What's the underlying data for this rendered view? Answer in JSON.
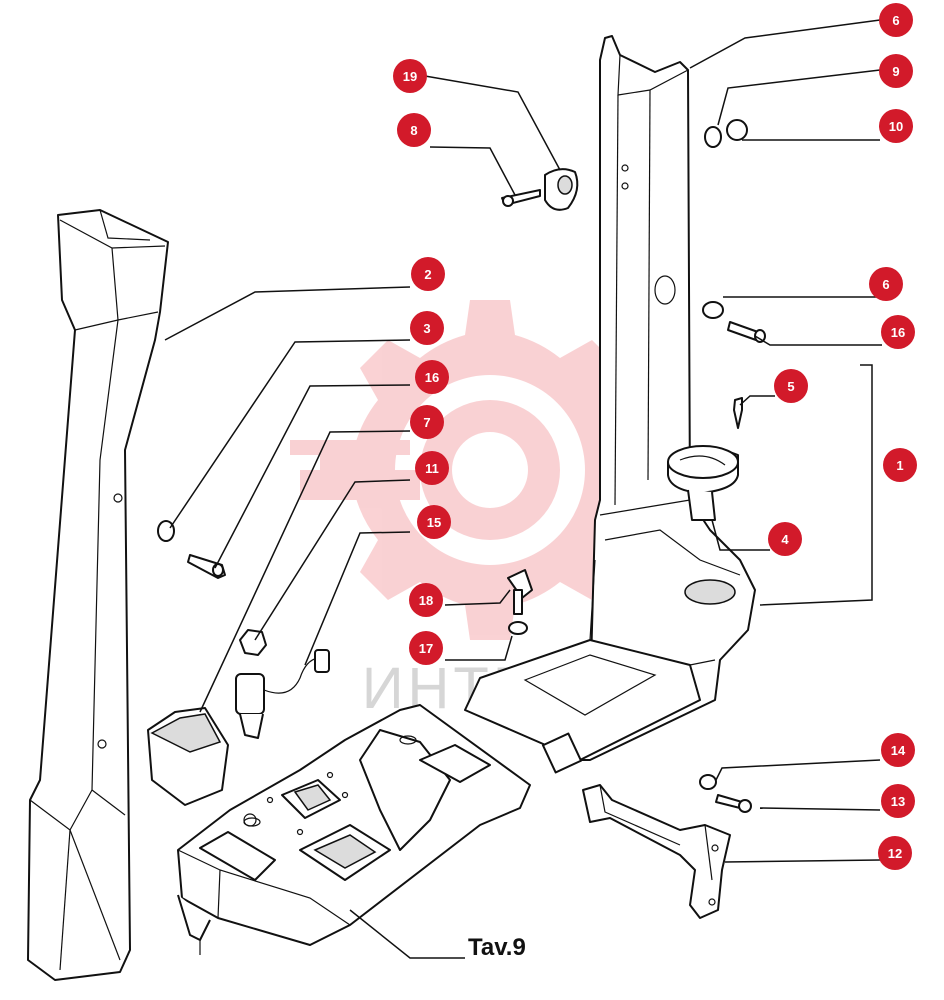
{
  "drawing_label": "Tav.9",
  "watermark": {
    "text": "ИНТЕХ",
    "color": "#e8343c"
  },
  "callout_color": "#d21a2a",
  "callouts": [
    {
      "id": "c6a",
      "num": "6"
    },
    {
      "id": "c9",
      "num": "9"
    },
    {
      "id": "c10",
      "num": "10"
    },
    {
      "id": "c19",
      "num": "19"
    },
    {
      "id": "c8",
      "num": "8"
    },
    {
      "id": "c2",
      "num": "2"
    },
    {
      "id": "c6b",
      "num": "6"
    },
    {
      "id": "c16a",
      "num": "16"
    },
    {
      "id": "c3",
      "num": "3"
    },
    {
      "id": "c16b",
      "num": "16"
    },
    {
      "id": "c5",
      "num": "5"
    },
    {
      "id": "c7",
      "num": "7"
    },
    {
      "id": "c1",
      "num": "1"
    },
    {
      "id": "c11",
      "num": "11"
    },
    {
      "id": "c15",
      "num": "15"
    },
    {
      "id": "c4",
      "num": "4"
    },
    {
      "id": "c18",
      "num": "18"
    },
    {
      "id": "c17",
      "num": "17"
    },
    {
      "id": "c14",
      "num": "14"
    },
    {
      "id": "c13",
      "num": "13"
    },
    {
      "id": "c12",
      "num": "12"
    }
  ]
}
